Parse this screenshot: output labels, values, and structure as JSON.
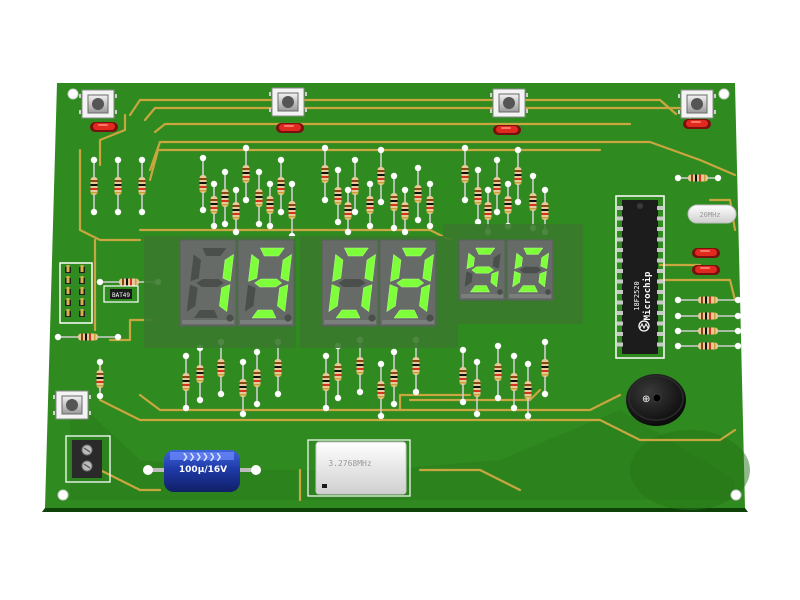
{
  "board": {
    "pcb_color": "#2f8a1f",
    "pcb_shade": "#216d16",
    "trace_color": "#c9a640",
    "silk_color": "#ffffff"
  },
  "display": {
    "digits": [
      "1",
      "9",
      "0",
      "8",
      "5",
      "0"
    ],
    "segment_on_color": "#7dff3a",
    "segment_off_color": "#4a4f4c",
    "body_color": "#666b68"
  },
  "components": {
    "capacitor_label": "100µ/16V",
    "crystal_label": "3.2768MHz",
    "small_crystal_label": "20MHz",
    "diode_label": "BAT49",
    "ic_part": "18F2520",
    "ic_maker": "Microchip"
  }
}
